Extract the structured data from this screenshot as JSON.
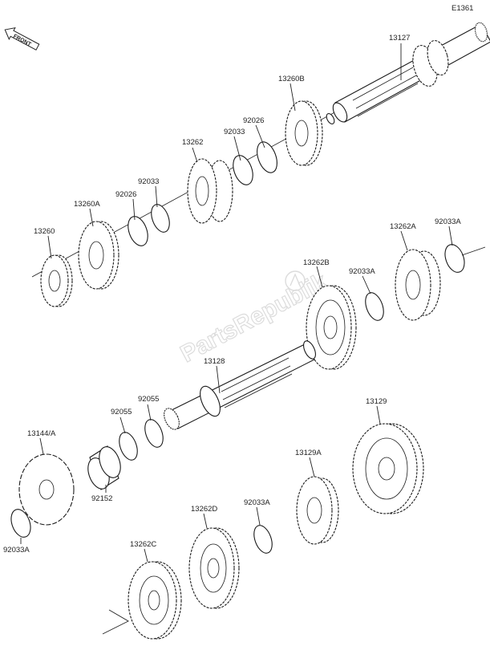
{
  "diagram_code": "E1361",
  "front_label": "FRONT",
  "watermark": "PartsRepublik",
  "labels": {
    "p13127": "13127",
    "p13260B": "13260B",
    "p92026_a": "92026",
    "p92033_a": "92033",
    "p13262": "13262",
    "p92033_b": "92033",
    "p92026_b": "92026",
    "p13260A": "13260A",
    "p13260": "13260",
    "p13262A": "13262A",
    "p92033A_a": "92033A",
    "p13262B": "13262B",
    "p92033A_b": "92033A",
    "p13128": "13128",
    "p92055_a": "92055",
    "p92055_b": "92055",
    "p13144A": "13144/A",
    "p92152": "92152",
    "p92033A_c": "92033A",
    "p13129": "13129",
    "p13129A": "13129A",
    "p92033A_d": "92033A",
    "p13262D": "13262D",
    "p13262C": "13262C"
  }
}
